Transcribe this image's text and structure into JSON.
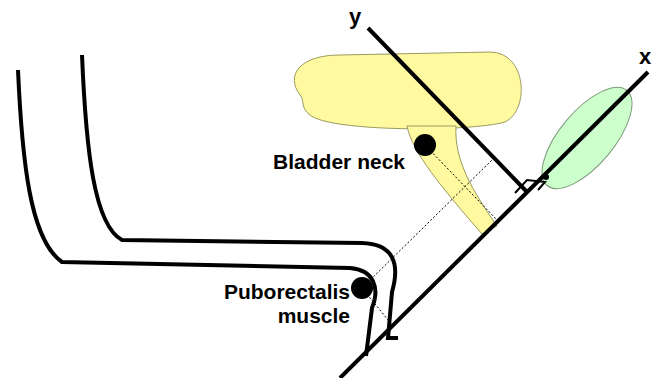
{
  "diagram": {
    "labels": [
      "y",
      "x",
      "Bladder neck",
      "Puborectalis muscle"
    ]
  }
}
